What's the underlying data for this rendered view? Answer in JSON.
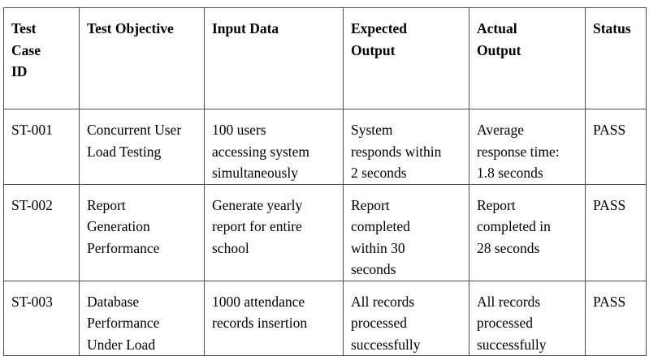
{
  "table": {
    "headers": [
      [
        "Test",
        "Case",
        "ID"
      ],
      [
        "Test Objective"
      ],
      [
        "Input Data"
      ],
      [
        "Expected",
        "Output"
      ],
      [
        "Actual",
        "Output"
      ],
      [
        "Status"
      ]
    ],
    "rows": [
      {
        "id": [
          "ST-001"
        ],
        "objective": [
          "Concurrent User",
          "Load Testing"
        ],
        "input": [
          "100 users",
          "accessing system",
          "simultaneously"
        ],
        "expected": [
          "System",
          "responds within",
          "2 seconds"
        ],
        "actual": [
          "Average",
          "response time:",
          "1.8 seconds"
        ],
        "status": [
          "PASS"
        ]
      },
      {
        "id": [
          "ST-002"
        ],
        "objective": [
          "Report",
          "Generation",
          "Performance"
        ],
        "input": [
          "Generate yearly",
          "report for entire",
          "school"
        ],
        "expected": [
          "Report",
          "completed",
          "within 30",
          "seconds"
        ],
        "actual": [
          "Report",
          "completed in",
          "28 seconds"
        ],
        "status": [
          "PASS"
        ]
      },
      {
        "id": [
          "ST-003"
        ],
        "objective": [
          "Database",
          "Performance",
          "Under Load"
        ],
        "input": [
          "1000 attendance",
          "records insertion"
        ],
        "expected": [
          "All records",
          "processed",
          "successfully"
        ],
        "actual": [
          "All records",
          "processed",
          "successfully"
        ],
        "status": [
          "PASS"
        ]
      }
    ]
  }
}
